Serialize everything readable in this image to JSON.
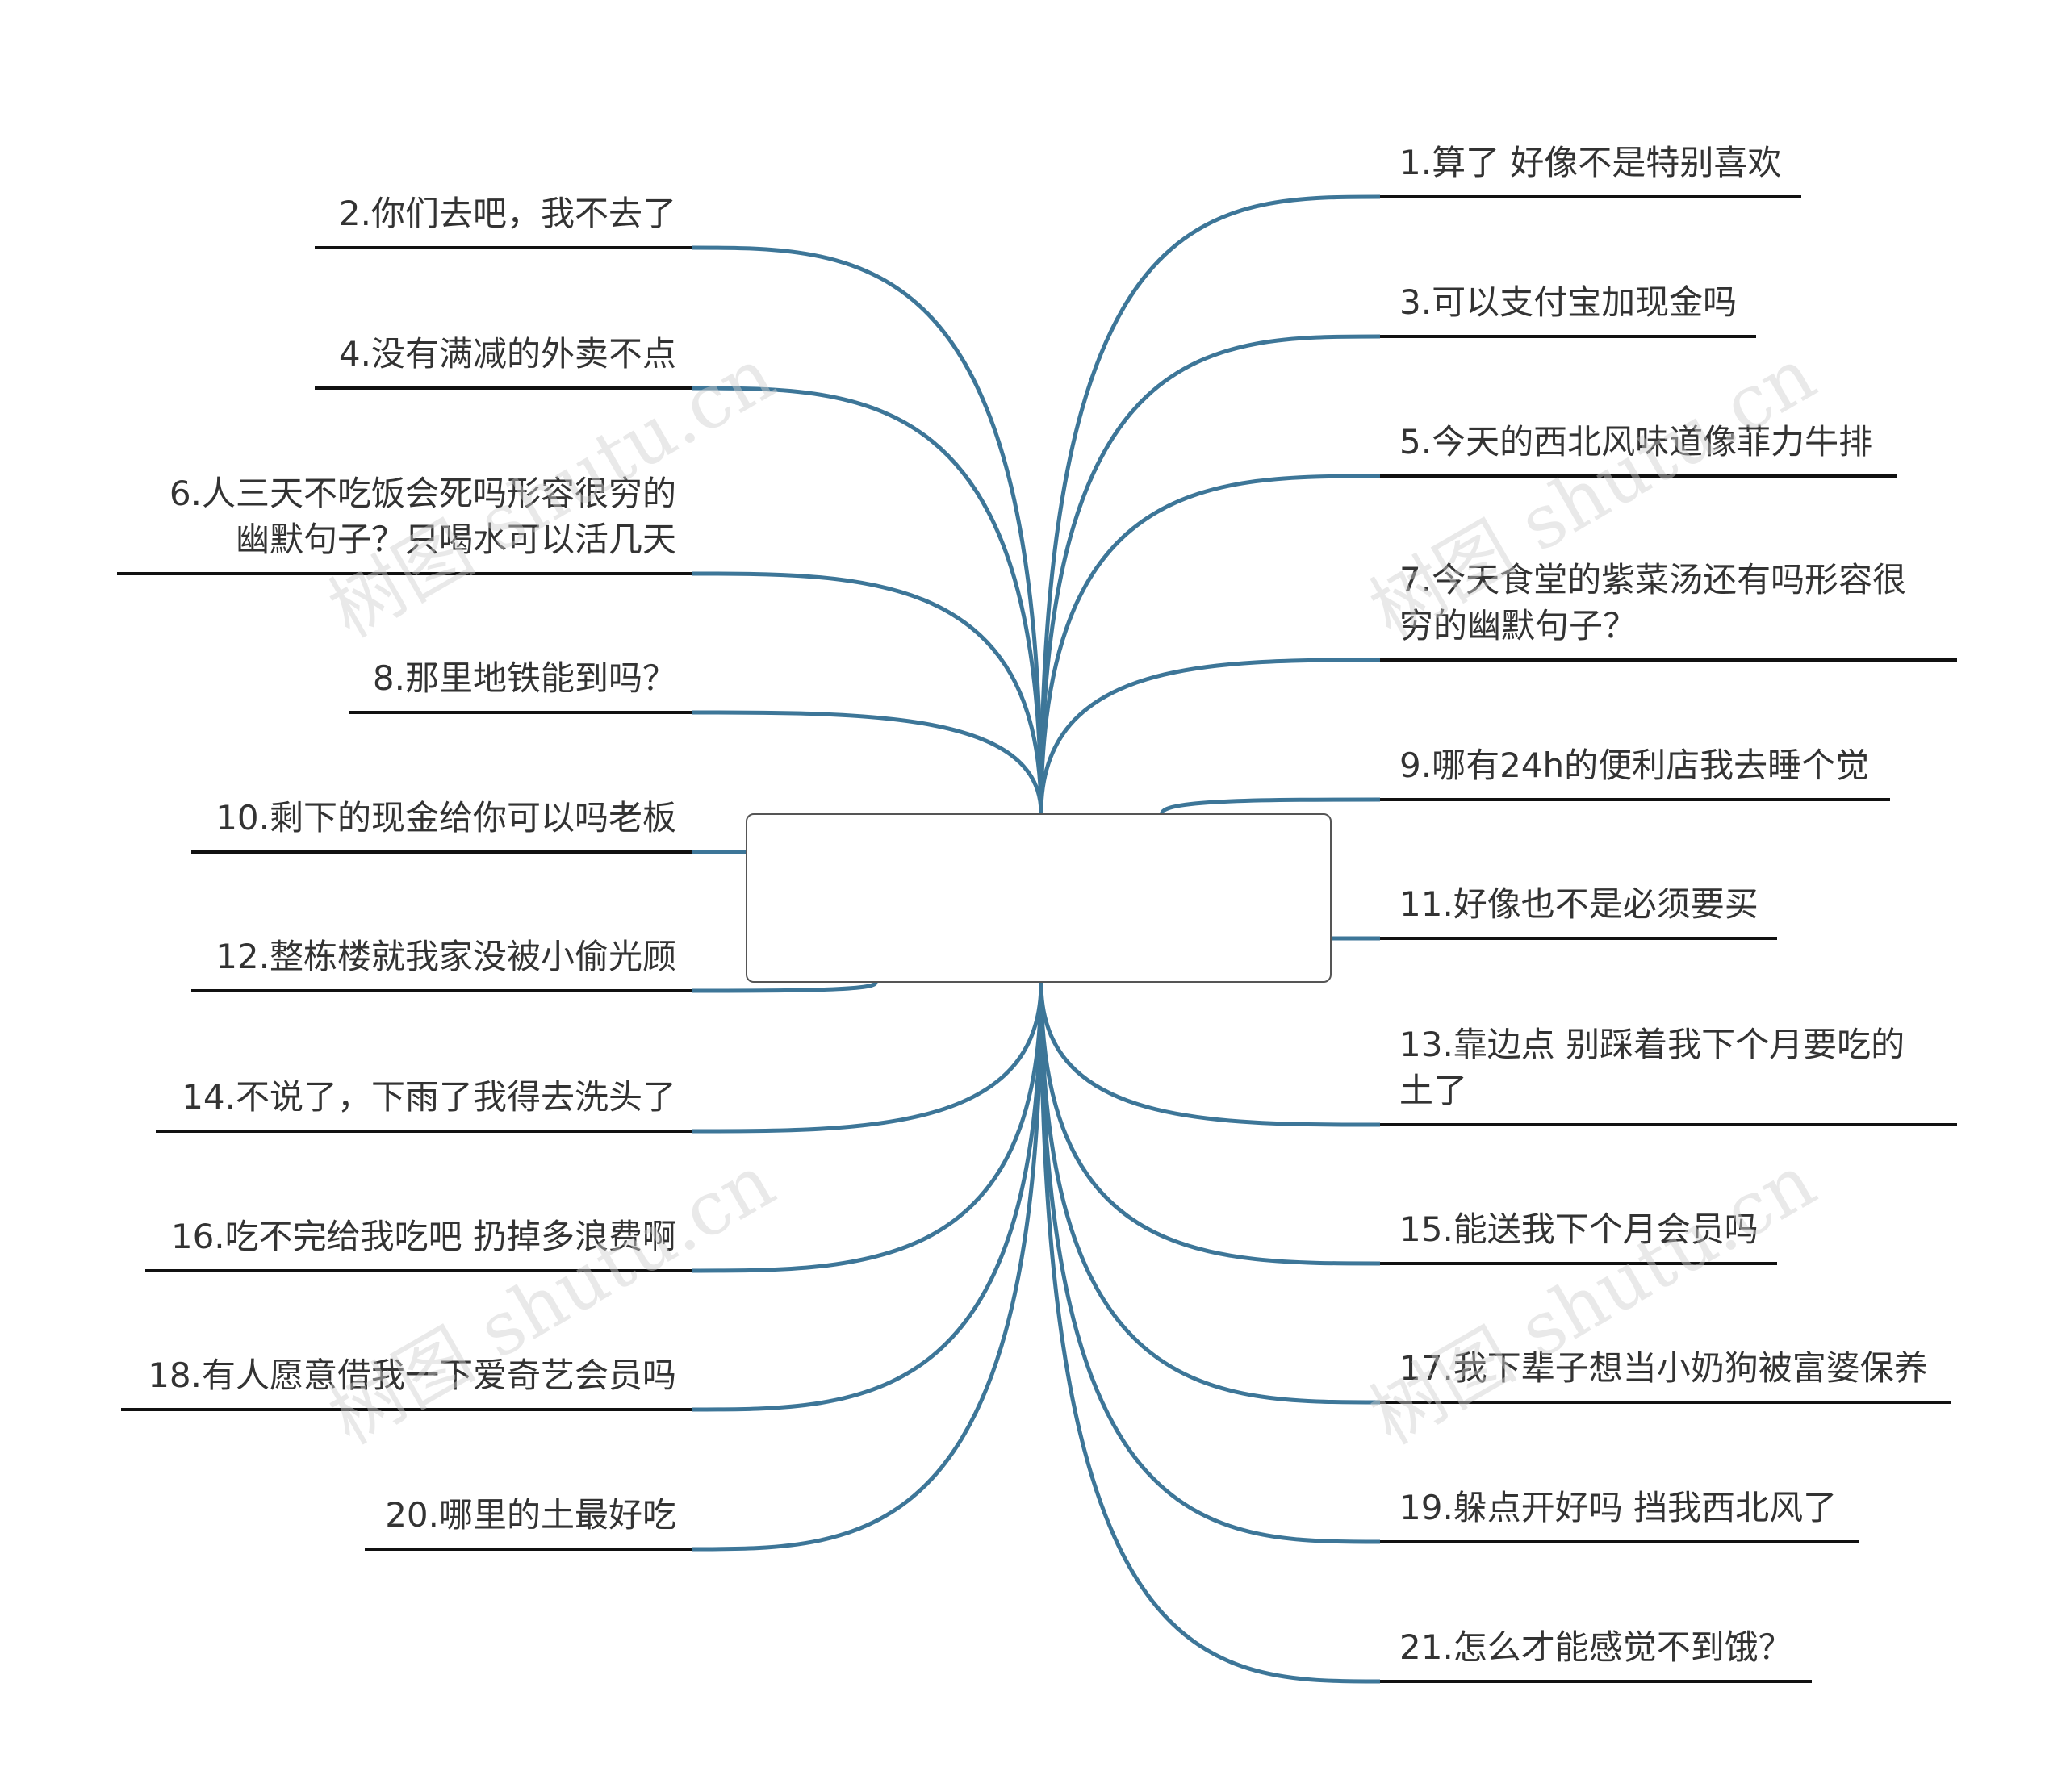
{
  "diagram": {
    "central_topic": "",
    "colors": {
      "connector": "#3d7698",
      "underline": "#111111",
      "text": "#333333",
      "center_border": "#555555"
    },
    "branches": [
      {
        "side": "right",
        "text": "1.算了 好像不是特别喜欢"
      },
      {
        "side": "left",
        "text": "2.你们去吧，我不去了"
      },
      {
        "side": "right",
        "text": "3.可以支付宝加现金吗"
      },
      {
        "side": "left",
        "text": "4.没有满减的外卖不点"
      },
      {
        "side": "right",
        "text": "5.今天的西北风味道像菲力牛排"
      },
      {
        "side": "left",
        "text": "6.人三天不吃饭会死吗形容很穷的\n幽默句子？只喝水可以活几天"
      },
      {
        "side": "right",
        "text": "7.今天食堂的紫菜汤还有吗形容很\n穷的幽默句子？"
      },
      {
        "side": "left",
        "text": "8.那里地铁能到吗？"
      },
      {
        "side": "right",
        "text": "9.哪有24h的便利店我去睡个觉"
      },
      {
        "side": "left",
        "text": "10.剩下的现金给你可以吗老板"
      },
      {
        "side": "right",
        "text": "11.好像也不是必须要买"
      },
      {
        "side": "left",
        "text": "12.整栋楼就我家没被小偷光顾"
      },
      {
        "side": "right",
        "text": "13.靠边点 别踩着我下个月要吃的\n土了"
      },
      {
        "side": "left",
        "text": "14.不说了，下雨了我得去洗头了"
      },
      {
        "side": "right",
        "text": "15.能送我下个月会员吗"
      },
      {
        "side": "left",
        "text": "16.吃不完给我吃吧 扔掉多浪费啊"
      },
      {
        "side": "right",
        "text": "17.我下辈子想当小奶狗被富婆保养"
      },
      {
        "side": "left",
        "text": "18.有人愿意借我一下爱奇艺会员吗"
      },
      {
        "side": "right",
        "text": "19.躲点开好吗 挡我西北风了"
      },
      {
        "side": "left",
        "text": "20.哪里的土最好吃"
      },
      {
        "side": "right",
        "text": "21.怎么才能感觉不到饿？"
      }
    ]
  },
  "watermarks": [
    "树图 shutu.cn",
    "树图 shutu.cn",
    "树图 shutu.cn",
    "树图 shutu.cn"
  ]
}
